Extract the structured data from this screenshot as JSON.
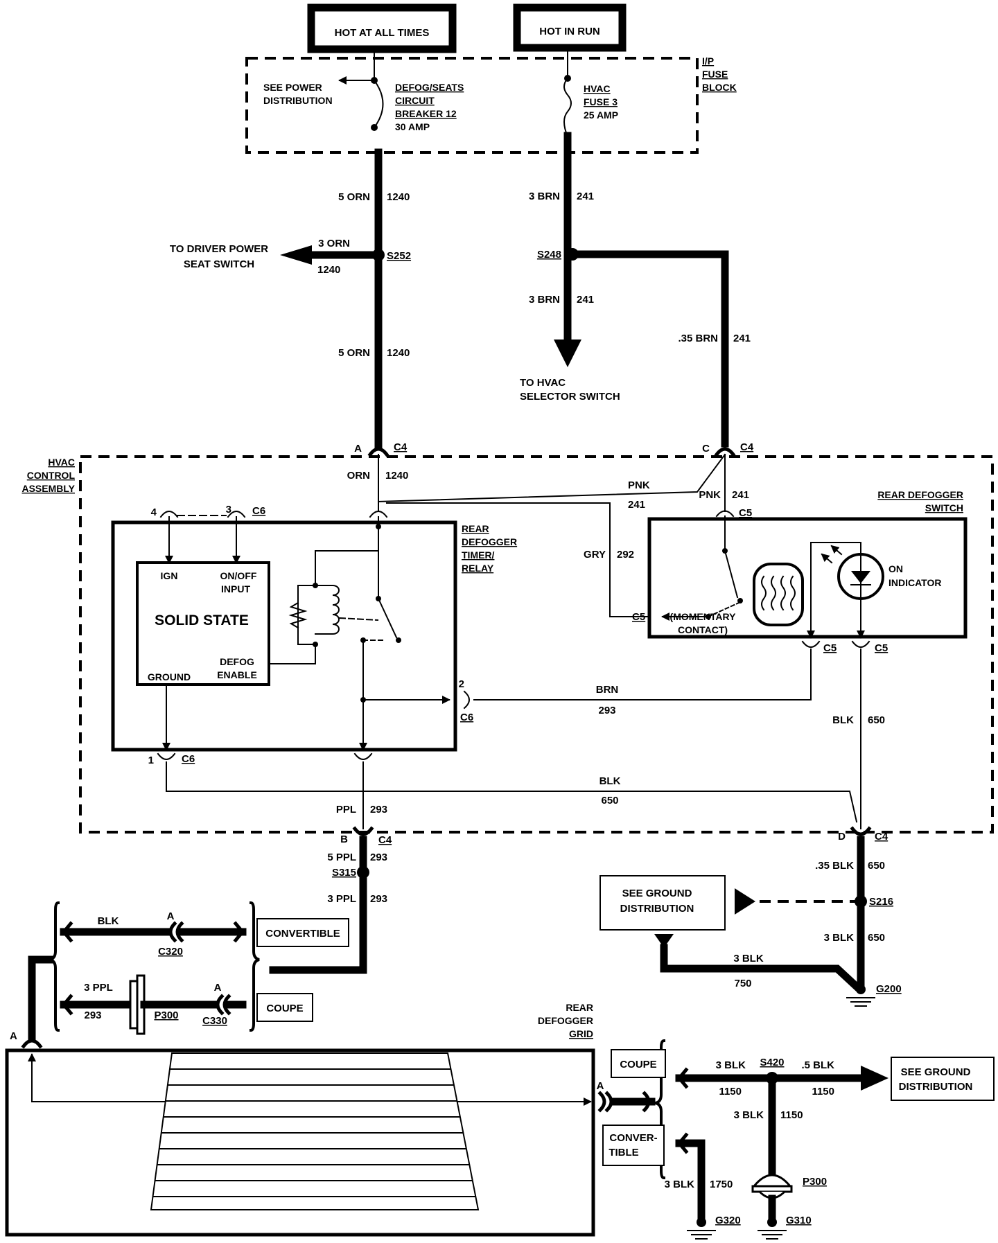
{
  "sources": {
    "hot_at_all_times": "HOT AT ALL TIMES",
    "hot_in_run": "HOT IN RUN"
  },
  "fuse_block": {
    "label": [
      "I/P",
      "FUSE",
      "BLOCK"
    ],
    "see_power": [
      "SEE POWER",
      "DISTRIBUTION"
    ],
    "breaker": [
      "DEFOG/SEATS",
      "CIRCUIT",
      "BREAKER 12",
      "30 AMP"
    ],
    "fuse": [
      "HVAC",
      "FUSE 3",
      "25 AMP"
    ]
  },
  "wires": {
    "w1240_top": {
      "size": "5 ORN",
      "circuit": "1240"
    },
    "w241_top": {
      "size": "3 BRN",
      "circuit": "241"
    },
    "w1240_branch": {
      "size": "3 ORN",
      "circuit": "1240"
    },
    "w241_down": {
      "size": "3 BRN",
      "circuit": "241"
    },
    "w1240_mid": {
      "size": "5 ORN",
      "circuit": "1240"
    },
    "w241_right": {
      "size": ".35 BRN",
      "circuit": "241"
    },
    "orn": {
      "size": "ORN",
      "circuit": "1240"
    },
    "pnk_long": {
      "size": "PNK",
      "circuit": "241"
    },
    "pnk_short": {
      "size": "PNK",
      "circuit": "241"
    },
    "gry": {
      "size": "GRY",
      "circuit": "292"
    },
    "brn": {
      "size": "BRN",
      "circuit": "293"
    },
    "blk_right": {
      "size": "BLK",
      "circuit": "650"
    },
    "blk_bottom": {
      "size": "BLK",
      "circuit": "650"
    },
    "ppl": {
      "size": "PPL",
      "circuit": "293"
    },
    "ppl5": {
      "size": "5 PPL",
      "circuit": "293"
    },
    "ppl3": {
      "size": "3 PPL",
      "circuit": "293"
    },
    "blk35": {
      "size": ".35 BLK",
      "circuit": "650"
    },
    "blk3_650": {
      "size": "3 BLK",
      "circuit": "650"
    },
    "blk3_750": {
      "size": "3 BLK",
      "circuit": "750"
    },
    "blk_conv": {
      "size": "BLK"
    },
    "ppl_coupe": {
      "size": "3 PPL",
      "circuit": "293"
    },
    "blk_1150_left": {
      "size": "3 BLK",
      "circuit": "1150"
    },
    "blk_1150_right": {
      "size": ".5 BLK",
      "circuit": "1150"
    },
    "blk_1150_down": {
      "size": "3 BLK",
      "circuit": "1150"
    },
    "blk_1750": {
      "size": "3 BLK",
      "circuit": "1750"
    }
  },
  "splices": {
    "s252": "S252",
    "s248": "S248",
    "s315": "S315",
    "s216": "S216",
    "s420": "S420"
  },
  "destinations": {
    "driver_seat": [
      "TO DRIVER POWER",
      "SEAT SWITCH"
    ],
    "hvac_selector": [
      "TO HVAC",
      "SELECTOR SWITCH"
    ],
    "see_ground_1": [
      "SEE GROUND",
      "DISTRIBUTION"
    ],
    "see_ground_2": [
      "SEE GROUND",
      "DISTRIBUTION"
    ]
  },
  "hvac_assembly": {
    "label": [
      "HVAC",
      "CONTROL",
      "ASSEMBLY"
    ]
  },
  "connectors": {
    "c4": "C4",
    "c5": "C5",
    "c6": "C6",
    "c320": "C320",
    "c330": "C330",
    "p300": "P300"
  },
  "pins": {
    "a": "A",
    "b": "B",
    "c": "C",
    "d": "D",
    "p1": "1",
    "p2": "2",
    "p3": "3",
    "p4": "4"
  },
  "timer_relay": {
    "label": [
      "REAR",
      "DEFOGGER",
      "TIMER/",
      "RELAY"
    ],
    "ign": "IGN",
    "onoff": [
      "ON/OFF",
      "INPUT"
    ],
    "solid_state": "SOLID STATE",
    "ground": "GROUND",
    "defog_enable": [
      "DEFOG",
      "ENABLE"
    ]
  },
  "defogger_switch": {
    "label": [
      "REAR DEFOGGER",
      "SWITCH"
    ],
    "momentary": [
      "(MOMENTARY",
      "CONTACT)"
    ],
    "on_indicator": [
      "ON",
      "INDICATOR"
    ]
  },
  "variants": {
    "convertible": "CONVERTIBLE",
    "coupe": "COUPE",
    "coupe2": "COUPE",
    "convertible2": [
      "CONVER-",
      "TIBLE"
    ]
  },
  "grid": {
    "label": [
      "REAR",
      "DEFOGGER",
      "GRID"
    ]
  },
  "grounds": {
    "g200": "G200",
    "g320": "G320",
    "g310": "G310"
  }
}
